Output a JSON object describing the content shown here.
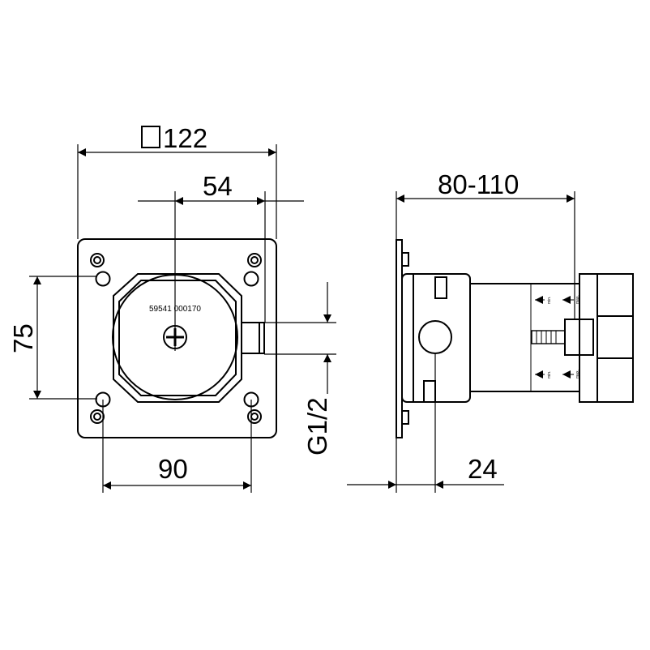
{
  "front_view": {
    "dim_square_symbol": "□",
    "dim_square_value": "122",
    "dim_offset": "54",
    "dim_hole_vertical": "75",
    "dim_hole_horizontal": "90",
    "dim_thread": "G1/2",
    "part_number": "59541 000170"
  },
  "side_view": {
    "dim_depth": "80-110",
    "dim_plate": "24",
    "scale_labels": [
      "min.",
      "max.",
      "min.",
      "max."
    ]
  },
  "colors": {
    "line": "#000000",
    "background": "#ffffff"
  }
}
